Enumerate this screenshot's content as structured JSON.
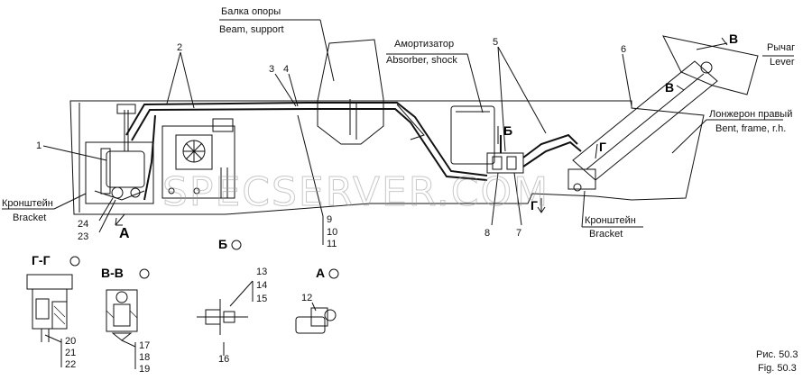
{
  "labels": {
    "beam_ru": "Балка опоры",
    "beam_en": "Beam, support",
    "absorber_ru": "Амортизатор",
    "absorber_en": "Absorber, shock",
    "lever_ru": "Рычаг",
    "lever_en": "Lever",
    "frame_ru": "Лонжерон правый",
    "frame_en": "Bent, frame, r.h.",
    "bracket_left_ru": "Кронштейн",
    "bracket_left_en": "Bracket",
    "bracket_right_ru": "Кронштейн",
    "bracket_right_en": "Bracket"
  },
  "callouts": {
    "n1": "1",
    "n2": "2",
    "n3": "3",
    "n4": "4",
    "n5": "5",
    "n6": "6",
    "n7": "7",
    "n8": "8",
    "n9": "9",
    "n10": "10",
    "n11": "11",
    "n12": "12",
    "n13": "13",
    "n14": "14",
    "n15": "15",
    "n16": "16",
    "n17": "17",
    "n18": "18",
    "n19": "19",
    "n20": "20",
    "n21": "21",
    "n22": "22",
    "n23": "23",
    "n24": "24"
  },
  "markers": {
    "A": "А",
    "B": "Б",
    "V": "В",
    "G": "Г",
    "V_top": "В"
  },
  "sections": {
    "gg": "Г-Г",
    "vv": "В-В",
    "b_view": "Б",
    "a_view": "А"
  },
  "watermark": "SPECSERVER.COM",
  "caption": {
    "ru": "Рис. 50.3",
    "en": "Fig. 50.3"
  }
}
